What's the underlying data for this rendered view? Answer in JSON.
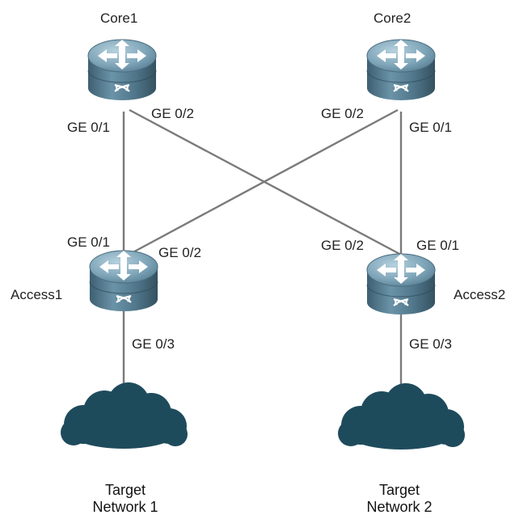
{
  "devices": {
    "core1": {
      "name": "Core1"
    },
    "core2": {
      "name": "Core2"
    },
    "access1": {
      "name": "Access1"
    },
    "access2": {
      "name": "Access2"
    }
  },
  "ports": {
    "core1_ge01": "GE 0/1",
    "core1_ge02": "GE 0/2",
    "core2_ge02": "GE 0/2",
    "core2_ge01": "GE 0/1",
    "access1_ge01": "GE 0/1",
    "access1_ge02": "GE 0/2",
    "access1_ge03": "GE 0/3",
    "access2_ge02": "GE 0/2",
    "access2_ge01": "GE 0/1",
    "access2_ge03": "GE 0/3"
  },
  "networks": {
    "net1": {
      "line1": "Target",
      "line2": "Network 1"
    },
    "net2": {
      "line1": "Target",
      "line2": "Network 2"
    }
  },
  "colors": {
    "router_body": "#4b6e82",
    "router_top": "#6f98ad",
    "cloud": "#1f4d5e",
    "link": "#7a7a7a"
  },
  "icons": {
    "router": "router-icon",
    "cloud": "cloud-icon"
  }
}
